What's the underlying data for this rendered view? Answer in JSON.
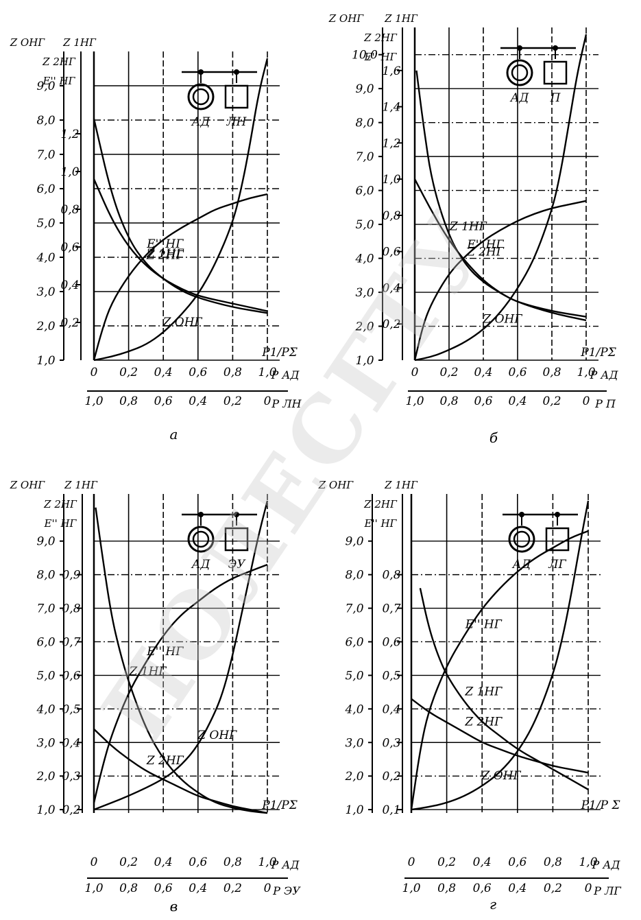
{
  "chart_data": [
    {
      "type": "line",
      "panel_label": "а",
      "load_type": "ЛН",
      "y_left_ticks": [
        "1,0",
        "2,0",
        "3,0",
        "4,0",
        "5,0",
        "6,0",
        "7,0",
        "8,0",
        "9,0"
      ],
      "y_right_ticks": [
        "0,2",
        "0,4",
        "0,6",
        "0,8",
        "1,0",
        "1,2"
      ],
      "ylim_left": [
        1.0,
        9.8
      ],
      "ylim_right": [
        0.0,
        1.6
      ],
      "y_labels": [
        "Z ОНГ",
        "Z 1НГ",
        "Z 2НГ",
        "E'' НГ"
      ],
      "x_top_ticks": [
        "0",
        "0,2",
        "0,4",
        "0,6",
        "0,8",
        "1,0"
      ],
      "x_bottom_ticks": [
        "1,0",
        "0,8",
        "0,6",
        "0,4",
        "0,2",
        "0"
      ],
      "x_top_label": "P АД",
      "x_bottom_label": "P ЛН",
      "x_ratio_label": "P1/PΣ",
      "inset_labels": [
        "АД",
        "ЛН"
      ],
      "series": [
        {
          "name": "Z 2НГ",
          "x": [
            0,
            0.1,
            0.2,
            0.3,
            0.4,
            0.5,
            0.6,
            0.8,
            1.0
          ],
          "y": [
            0.96,
            0.75,
            0.6,
            0.5,
            0.43,
            0.38,
            0.34,
            0.3,
            0.26
          ]
        },
        {
          "name": "Z 1НГ",
          "x": [
            0,
            0.1,
            0.2,
            0.3,
            0.4,
            0.5,
            0.6,
            0.8,
            1.0
          ],
          "y": [
            1.28,
            0.88,
            0.64,
            0.51,
            0.43,
            0.37,
            0.33,
            0.28,
            0.25
          ]
        },
        {
          "name": "E'' НГ",
          "x": [
            0,
            0.05,
            0.1,
            0.2,
            0.3,
            0.4,
            0.5,
            0.6,
            0.7,
            0.8,
            0.9,
            1.0
          ],
          "y": [
            0.0,
            0.17,
            0.3,
            0.45,
            0.56,
            0.64,
            0.7,
            0.75,
            0.8,
            0.83,
            0.86,
            0.88
          ]
        },
        {
          "name": "Z ОНГ",
          "x": [
            0,
            0.1,
            0.2,
            0.3,
            0.4,
            0.5,
            0.6,
            0.7,
            0.8,
            0.85,
            0.9,
            0.95,
            1.0
          ],
          "y": [
            1.0,
            1.1,
            1.25,
            1.45,
            1.8,
            2.3,
            2.9,
            3.8,
            5.0,
            6.0,
            7.3,
            8.8,
            9.8
          ]
        }
      ]
    },
    {
      "type": "line",
      "panel_label": "б",
      "load_type": "П",
      "y_left_ticks": [
        "1,0",
        "2,0",
        "3,0",
        "4,0",
        "5,0",
        "6,0",
        "7,0",
        "8,0",
        "9,0",
        "10,0"
      ],
      "y_right_ticks": [
        "0,2",
        "0,4",
        "0,6",
        "0,8",
        "1,0",
        "1,2",
        "1,4",
        "1,6"
      ],
      "ylim_left": [
        1.0,
        10.6
      ],
      "ylim_right": [
        0.0,
        1.8
      ],
      "y_labels": [
        "Z ОНГ",
        "Z 1НГ",
        "Z 2НГ",
        "E'' НГ"
      ],
      "x_top_ticks": [
        "0",
        "0,2",
        "0,4",
        "0,6",
        "0,8",
        "1,0"
      ],
      "x_bottom_ticks": [
        "1,0",
        "0,8",
        "0,6",
        "0,4",
        "0,2",
        "0"
      ],
      "x_top_label": "P АД",
      "x_bottom_label": "P П",
      "x_ratio_label": "P1/PΣ",
      "inset_labels": [
        "АД",
        "П"
      ],
      "series": [
        {
          "name": "Z 2НГ",
          "x": [
            0,
            0.1,
            0.2,
            0.3,
            0.4,
            0.5,
            0.6,
            0.8,
            1.0
          ],
          "y": [
            1.0,
            0.82,
            0.66,
            0.54,
            0.44,
            0.37,
            0.32,
            0.26,
            0.22
          ]
        },
        {
          "name": "Z 1НГ",
          "x": [
            0.01,
            0.05,
            0.1,
            0.2,
            0.3,
            0.4,
            0.5,
            0.6,
            0.8,
            1.0
          ],
          "y": [
            1.6,
            1.3,
            0.98,
            0.68,
            0.52,
            0.43,
            0.37,
            0.32,
            0.27,
            0.24
          ]
        },
        {
          "name": "E'' НГ",
          "x": [
            0,
            0.05,
            0.1,
            0.2,
            0.3,
            0.4,
            0.5,
            0.6,
            0.7,
            0.8,
            0.9,
            1.0
          ],
          "y": [
            0.0,
            0.2,
            0.32,
            0.48,
            0.58,
            0.66,
            0.72,
            0.77,
            0.81,
            0.84,
            0.86,
            0.88
          ]
        },
        {
          "name": "Z ОНГ",
          "x": [
            0,
            0.1,
            0.2,
            0.3,
            0.4,
            0.5,
            0.6,
            0.7,
            0.8,
            0.85,
            0.9,
            0.95,
            1.0
          ],
          "y": [
            1.0,
            1.1,
            1.3,
            1.55,
            1.9,
            2.4,
            3.1,
            4.0,
            5.4,
            6.5,
            8.0,
            9.5,
            10.6
          ]
        }
      ]
    },
    {
      "type": "line",
      "panel_label": "в",
      "load_type": "ЭУ",
      "y_left_ticks": [
        "1,0",
        "2,0",
        "3,0",
        "4,0",
        "5,0",
        "6,0",
        "7,0",
        "8,0",
        "9,0"
      ],
      "y_right_ticks": [
        "0,2",
        "0,3",
        "0,4",
        "0,5",
        "0,6",
        "0,7",
        "0,8",
        "0,9"
      ],
      "ylim_left": [
        0.9,
        10.2
      ],
      "ylim_right": [
        0.19,
        1.12
      ],
      "y_labels": [
        "Z ОНГ",
        "Z 1НГ",
        "Z 2НГ",
        "E'' НГ"
      ],
      "x_top_ticks": [
        "0",
        "0,2",
        "0,4",
        "0,6",
        "0,8",
        "1,0"
      ],
      "x_bottom_ticks": [
        "1,0",
        "0,8",
        "0,6",
        "0,4",
        "0,2",
        "0"
      ],
      "x_top_label": "P АД",
      "x_bottom_label": "P ЭУ",
      "x_ratio_label": "P1/PΣ",
      "inset_labels": [
        "АД",
        "ЭУ"
      ],
      "series": [
        {
          "name": "Z 2НГ",
          "x": [
            0,
            0.1,
            0.2,
            0.3,
            0.4,
            0.5,
            0.6,
            0.7,
            0.8,
            0.9,
            1.0
          ],
          "y": [
            0.44,
            0.39,
            0.35,
            0.315,
            0.29,
            0.265,
            0.24,
            0.225,
            0.21,
            0.2,
            0.19
          ]
        },
        {
          "name": "Z 1НГ",
          "x": [
            0.01,
            0.05,
            0.1,
            0.15,
            0.2,
            0.3,
            0.4,
            0.5,
            0.6,
            0.7,
            0.8,
            0.9,
            1.0
          ],
          "y": [
            1.1,
            0.95,
            0.78,
            0.67,
            0.58,
            0.44,
            0.35,
            0.29,
            0.25,
            0.22,
            0.205,
            0.195,
            0.19
          ]
        },
        {
          "name": "E'' НГ",
          "x": [
            0,
            0.05,
            0.1,
            0.2,
            0.3,
            0.4,
            0.5,
            0.6,
            0.7,
            0.8,
            0.9,
            1.0
          ],
          "y": [
            0.22,
            0.33,
            0.42,
            0.55,
            0.64,
            0.72,
            0.78,
            0.82,
            0.86,
            0.89,
            0.91,
            0.93
          ]
        },
        {
          "name": "Z ОНГ",
          "x": [
            0,
            0.2,
            0.4,
            0.5,
            0.6,
            0.7,
            0.75,
            0.8,
            0.85,
            0.9,
            0.95,
            1.0
          ],
          "y": [
            1.0,
            1.4,
            1.9,
            2.3,
            2.9,
            3.9,
            4.6,
            5.6,
            6.8,
            8.0,
            9.2,
            10.2
          ]
        }
      ]
    },
    {
      "type": "line",
      "panel_label": "г",
      "load_type": "ЛГ",
      "y_left_ticks": [
        "1,0",
        "2,0",
        "3,0",
        "4,0",
        "5,0",
        "6,0",
        "7,0",
        "8,0",
        "9,0"
      ],
      "y_right_ticks": [
        "0,1",
        "0,2",
        "0,3",
        "0,4",
        "0,5",
        "0,6",
        "0,7",
        "0,8"
      ],
      "ylim_left": [
        0.9,
        10.2
      ],
      "ylim_right": [
        0.09,
        1.02
      ],
      "y_labels": [
        "Z ОНГ",
        "Z 1НГ",
        "Z 2НГ",
        "E'' НГ"
      ],
      "x_top_ticks": [
        "0",
        "0,2",
        "0,4",
        "0,6",
        "0,8",
        "1,0"
      ],
      "x_bottom_ticks": [
        "1,0",
        "0,8",
        "0,6",
        "0,4",
        "0,2",
        "0"
      ],
      "x_top_label": "P АД",
      "x_bottom_label": "P ЛГ",
      "x_ratio_label": "P1/P Σ",
      "inset_labels": [
        "АД",
        "ЛГ"
      ],
      "series": [
        {
          "name": "Z 2НГ",
          "x": [
            0,
            0.1,
            0.2,
            0.3,
            0.4,
            0.5,
            0.6,
            0.7,
            0.8,
            0.9,
            1.0
          ],
          "y": [
            0.43,
            0.39,
            0.36,
            0.33,
            0.3,
            0.28,
            0.26,
            0.245,
            0.23,
            0.22,
            0.21
          ]
        },
        {
          "name": "Z 1НГ",
          "x": [
            0.05,
            0.1,
            0.15,
            0.2,
            0.3,
            0.4,
            0.5,
            0.6,
            0.7,
            0.8,
            0.9,
            1.0
          ],
          "y": [
            0.76,
            0.64,
            0.56,
            0.5,
            0.42,
            0.36,
            0.32,
            0.28,
            0.25,
            0.22,
            0.19,
            0.16
          ]
        },
        {
          "name": "E'' НГ",
          "x": [
            0,
            0.05,
            0.1,
            0.2,
            0.3,
            0.4,
            0.5,
            0.6,
            0.7,
            0.8,
            0.9,
            1.0
          ],
          "y": [
            0.1,
            0.28,
            0.4,
            0.53,
            0.62,
            0.7,
            0.76,
            0.81,
            0.85,
            0.88,
            0.91,
            0.93
          ]
        },
        {
          "name": "Z ОНГ",
          "x": [
            0,
            0.1,
            0.2,
            0.3,
            0.4,
            0.5,
            0.6,
            0.7,
            0.8,
            0.85,
            0.9,
            0.95,
            1.0
          ],
          "y": [
            1.0,
            1.08,
            1.2,
            1.4,
            1.7,
            2.1,
            2.7,
            3.6,
            5.0,
            6.0,
            7.3,
            8.8,
            10.2
          ]
        }
      ]
    }
  ],
  "watermark": {
    "text": "ПОЛЕСГТУ"
  }
}
